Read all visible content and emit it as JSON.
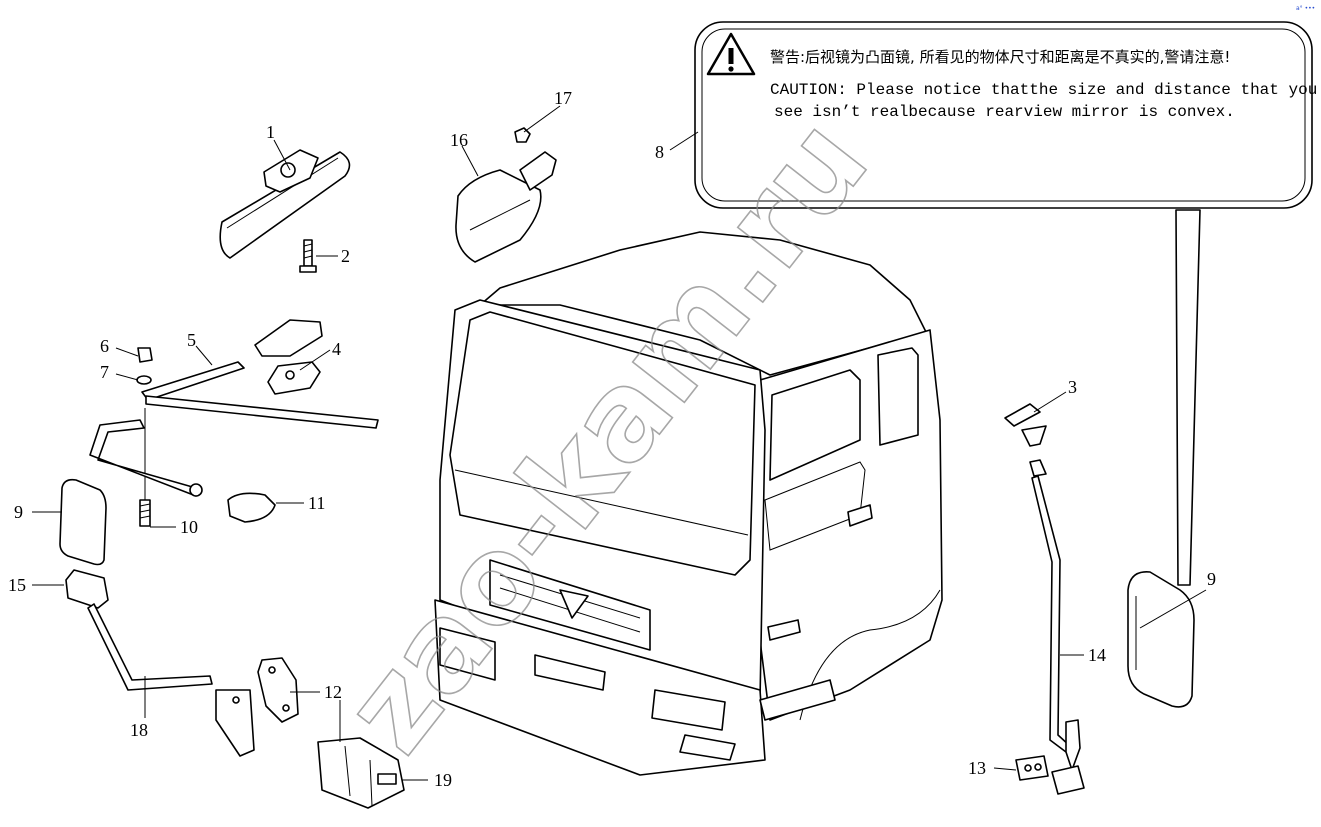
{
  "warning_label": {
    "chinese_text": "警告:后视镜为凸面镜, 所看见的物体尺寸和距离是不真实的,警请注意!",
    "english_line1": "CAUTION:  Please notice thatthe size and distance that you",
    "english_line2": "see isn’t realbecause rearview mirror is convex.",
    "icon": "warning-triangle-icon"
  },
  "callouts": {
    "c1": "1",
    "c2": "2",
    "c3": "3",
    "c4": "4",
    "c5": "5",
    "c6": "6",
    "c7": "7",
    "c8": "8",
    "c9a": "9",
    "c9b": "9",
    "c10": "10",
    "c11": "11",
    "c12": "12",
    "c13": "13",
    "c14": "14",
    "c15": "15",
    "c16": "16",
    "c17": "17",
    "c18": "18",
    "c19": "19"
  },
  "watermark": "zao-kam.ru",
  "corner_mark": "a° •••",
  "colors": {
    "line": "#000000",
    "background": "#ffffff",
    "watermark": "#8a8a8a"
  }
}
